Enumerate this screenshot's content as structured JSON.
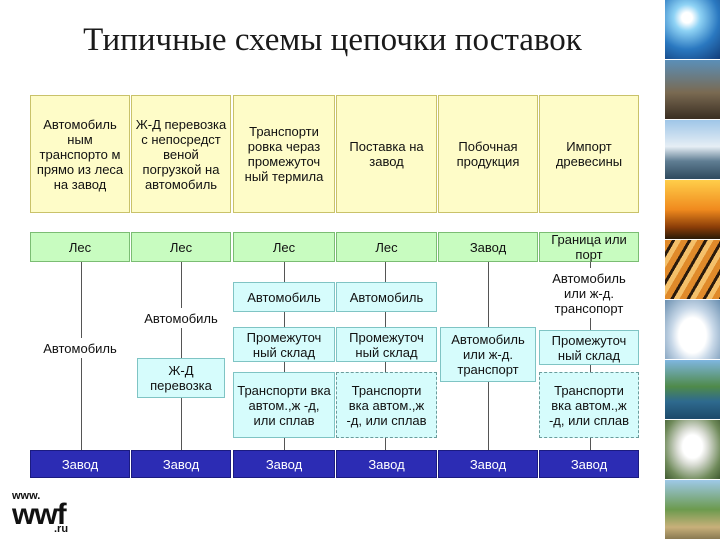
{
  "title": "Типичные схемы цепочки поставок",
  "header_row": [
    "Автомобиль ным транспорто м прямо из леса на завод",
    "Ж-Д перевозка с непосредст веной погрузкой на автомобиль",
    "Транспорти ровка чераз промежуточ ный термила",
    "Поставка на завод",
    "Побочная продукция",
    "Импорт древесины"
  ],
  "sources": [
    "Лес",
    "Лес",
    "Лес",
    "Лес",
    "Завод",
    "Граница или порт"
  ],
  "destinations": [
    "Завод",
    "Завод",
    "Завод",
    "Завод",
    "Завод",
    "Завод"
  ],
  "col1": {
    "transport": "Автомобиль"
  },
  "col2": {
    "truck": "Автомобиль",
    "rail": "Ж-Д перевозка"
  },
  "col3": {
    "truck": "Автомобиль",
    "terminal": "Промежуточ ный склад",
    "onward": "Транспорти вка автом.,ж -д, или сплав"
  },
  "col4": {
    "truck": "Автомобиль",
    "terminal": "Промежуточ ный склад",
    "onward": "Транспорти вка автом.,ж -д, или сплав"
  },
  "col5": {
    "transport": "Автомобиль или ж-д. транспорт"
  },
  "col6": {
    "transport": "Автомобиль или ж-д. трансопорт",
    "terminal": "Промежуточ ный склад",
    "onward": "Транспорти вка автом.,ж -д, или сплав"
  },
  "logo": {
    "www": "www.",
    "wwf": "wwf",
    "ru": ".ru"
  },
  "colors": {
    "header": "#fefcc8",
    "source": "#c8fcc0",
    "destination": "#2c2cb4",
    "transport": "#d6fcfc"
  },
  "side_images": [
    "sun-over-clouds",
    "wolf",
    "mountains",
    "sunset-reeds",
    "tiger",
    "snowy-tree",
    "lake",
    "stork",
    "palms"
  ]
}
